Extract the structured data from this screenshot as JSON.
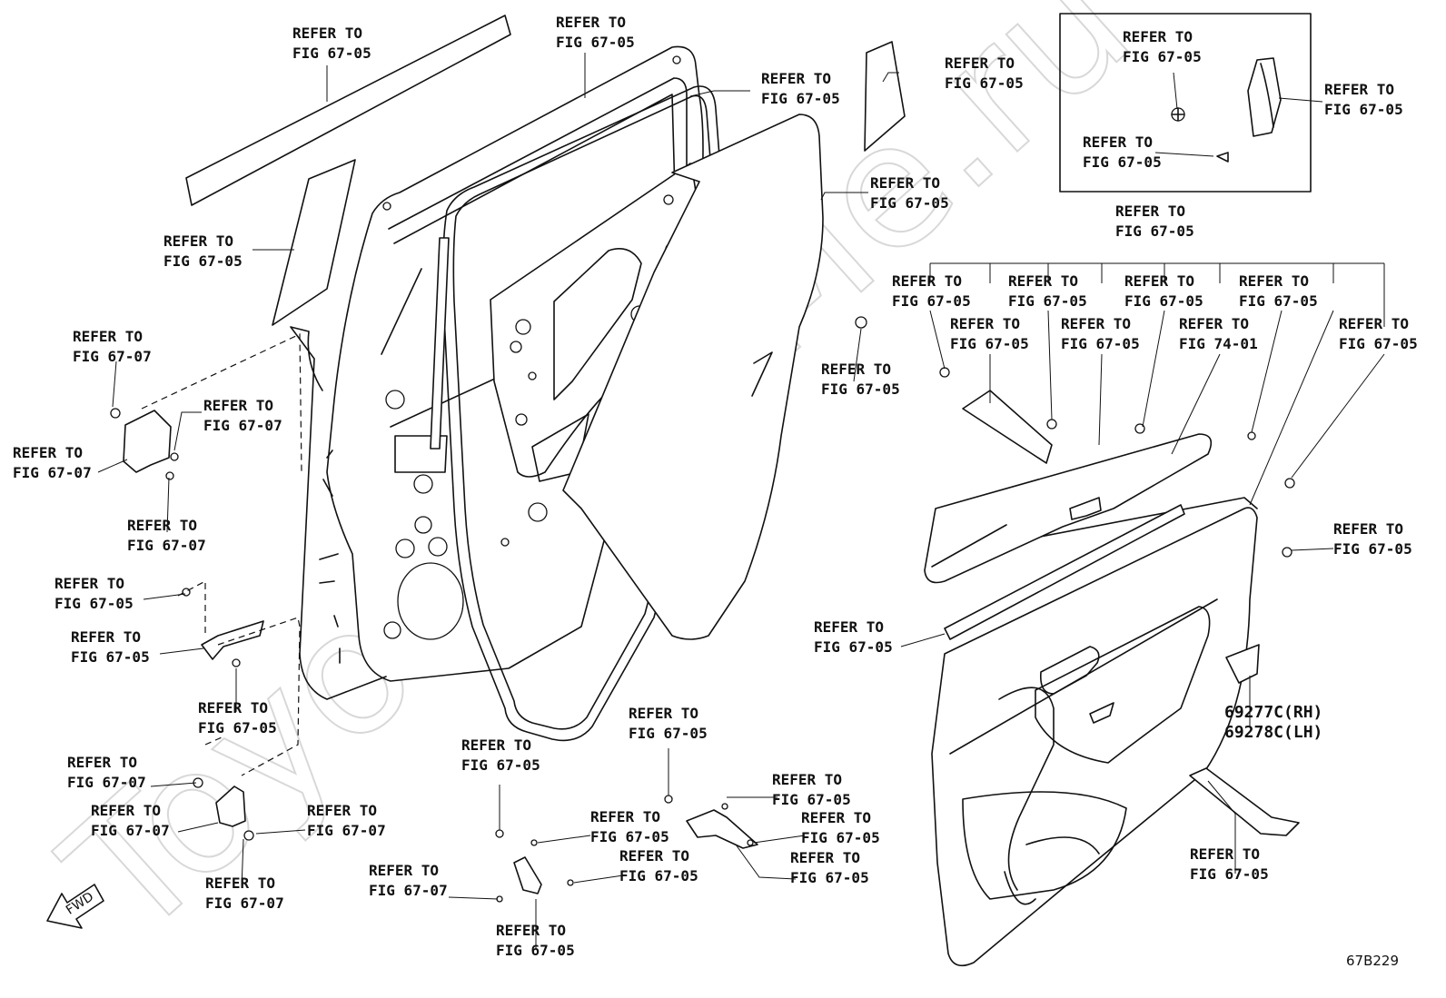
{
  "diagram": {
    "ref": "67B229",
    "watermark": "ToyotaCarMe.ru",
    "fwd_label": "FWD",
    "callout_line1": "REFER TO",
    "part_numbers": [
      "69277C(RH)",
      "69278C(LH)"
    ],
    "callouts": [
      {
        "id": "c1",
        "fig": "FIG 67-05"
      },
      {
        "id": "c2",
        "fig": "FIG 67-05"
      },
      {
        "id": "c3",
        "fig": "FIG 67-05"
      },
      {
        "id": "c4",
        "fig": "FIG 67-05"
      },
      {
        "id": "c5",
        "fig": "FIG 67-05"
      },
      {
        "id": "c6",
        "fig": "FIG 67-05"
      },
      {
        "id": "c7",
        "fig": "FIG 67-07"
      },
      {
        "id": "c8",
        "fig": "FIG 67-07"
      },
      {
        "id": "c9",
        "fig": "FIG 67-07"
      },
      {
        "id": "c10",
        "fig": "FIG 67-07"
      },
      {
        "id": "c11",
        "fig": "FIG 67-05"
      },
      {
        "id": "c12",
        "fig": "FIG 67-05"
      },
      {
        "id": "c13",
        "fig": "FIG 67-05"
      },
      {
        "id": "c14",
        "fig": "FIG 67-07"
      },
      {
        "id": "c15",
        "fig": "FIG 67-07"
      },
      {
        "id": "c16",
        "fig": "FIG 67-07"
      },
      {
        "id": "c17",
        "fig": "FIG 67-07"
      },
      {
        "id": "c18",
        "fig": "FIG 67-05"
      },
      {
        "id": "c19",
        "fig": "FIG 67-05"
      },
      {
        "id": "c20",
        "fig": "FIG 67-05"
      },
      {
        "id": "c21",
        "fig": "FIG 67-05"
      },
      {
        "id": "c22",
        "fig": "FIG 67-05"
      },
      {
        "id": "c23",
        "fig": "FIG 67-05"
      },
      {
        "id": "c24",
        "fig": "FIG 67-05"
      },
      {
        "id": "c25",
        "fig": "FIG 67-05"
      },
      {
        "id": "c26",
        "fig": "FIG 67-05"
      },
      {
        "id": "c27",
        "fig": "FIG 67-05"
      },
      {
        "id": "c28",
        "fig": "FIG 67-05"
      },
      {
        "id": "c29",
        "fig": "FIG 67-05"
      },
      {
        "id": "c30",
        "fig": "FIG 67-05"
      },
      {
        "id": "c31",
        "fig": "FIG 67-05"
      },
      {
        "id": "c32",
        "fig": "FIG 67-05"
      },
      {
        "id": "c33",
        "fig": "FIG 67-05"
      },
      {
        "id": "c34",
        "fig": "FIG 74-01"
      },
      {
        "id": "c35",
        "fig": "FIG 67-05"
      },
      {
        "id": "c36",
        "fig": "FIG 67-05"
      },
      {
        "id": "c37",
        "fig": "FIG 67-05"
      },
      {
        "id": "c38",
        "fig": "FIG 67-05"
      },
      {
        "id": "c39",
        "fig": "FIG 67-05"
      },
      {
        "id": "c40",
        "fig": "FIG 67-05"
      }
    ]
  }
}
